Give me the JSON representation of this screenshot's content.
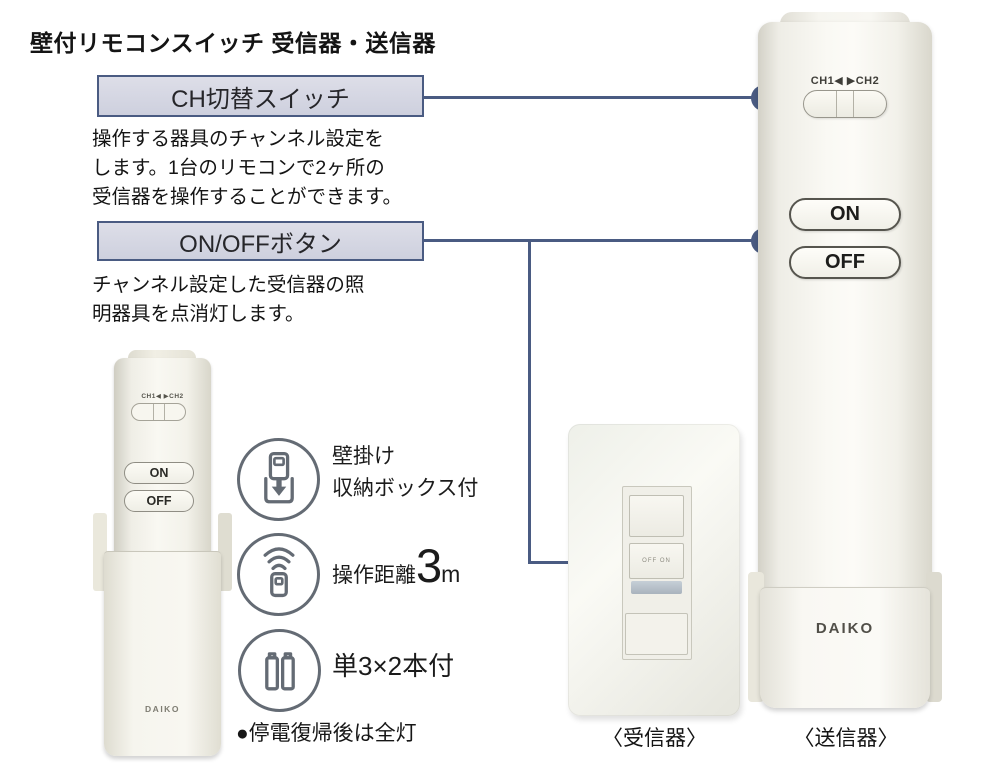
{
  "page": {
    "title": "壁付リモコンスイッチ 受信器・送信器"
  },
  "callouts": [
    {
      "label": "CH切替スイッチ",
      "lines": [
        "操作する器具のチャンネル設定を",
        "します。1台のリモコンで2ヶ所の",
        "受信器を操作することができます。"
      ]
    },
    {
      "label": "ON/OFFボタン",
      "lines": [
        "チャンネル設定した受信器の照",
        "明器具を点消灯します。"
      ]
    }
  ],
  "features": [
    {
      "icon": "wall-storage-box-icon",
      "line1": "壁掛け",
      "line2": "収納ボックス付"
    },
    {
      "icon": "signal-range-icon",
      "prefix": "操作距離",
      "big": "3",
      "unit": "m"
    },
    {
      "icon": "battery-icon",
      "text": "単3×2本付"
    }
  ],
  "note": "●停電復帰後は全灯",
  "small_remote": {
    "ch_label": "CH1◀ ▶CH2",
    "on": "ON",
    "off": "OFF",
    "brand": "DAIKO"
  },
  "receiver": {
    "switch_label": "OFF ON",
    "caption": "〈受信器〉"
  },
  "transmitter": {
    "ch_label": "CH1◀ ▶CH2",
    "on": "ON",
    "off": "OFF",
    "brand": "DAIKO",
    "caption": "〈送信器〉"
  },
  "colors": {
    "accent": "#4a5b82",
    "callout_fill": "#d5d6e2",
    "icon_gray": "#646b74"
  }
}
